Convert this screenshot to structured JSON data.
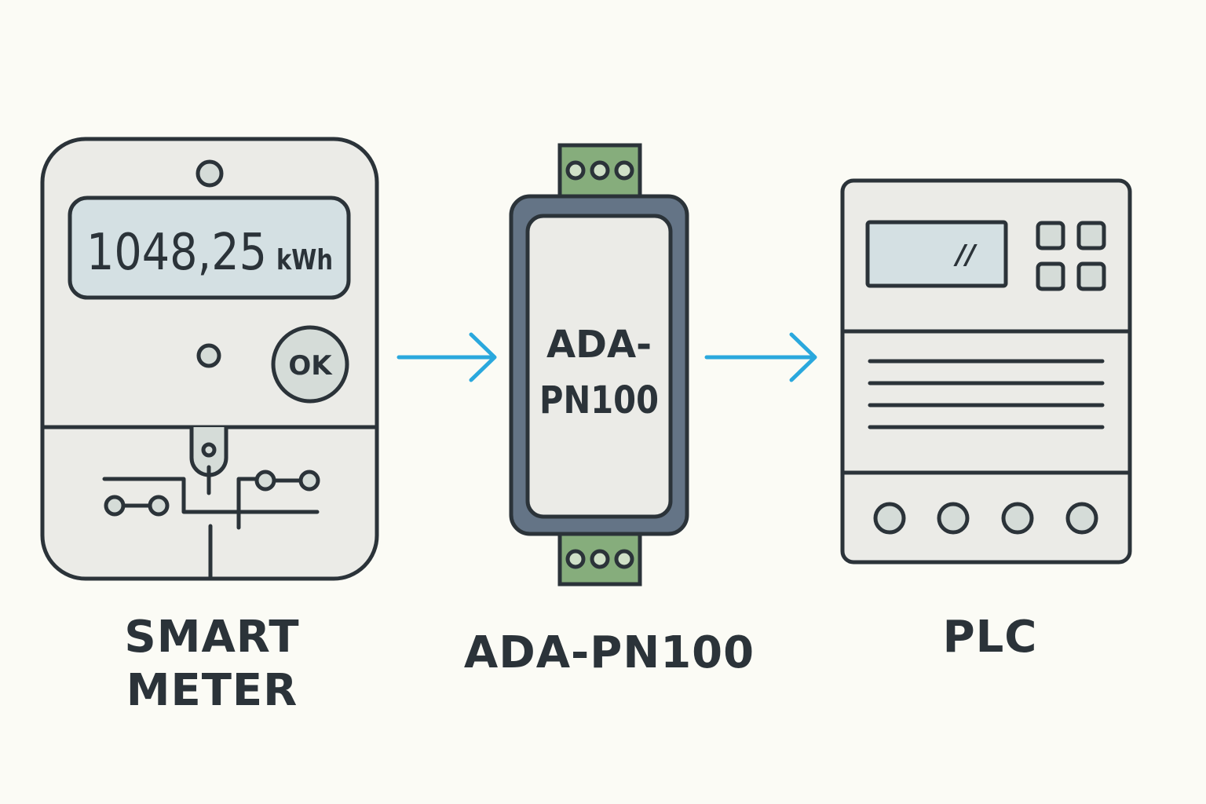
{
  "smart_meter": {
    "reading_value": "1048,25",
    "reading_unit": "kWh",
    "ok_button_label": "OK",
    "label_line1": "SMART",
    "label_line2": "METER"
  },
  "adapter": {
    "body_line1": "ADA-",
    "body_line2": "PN100",
    "label": "ADA-PN100"
  },
  "plc": {
    "label": "PLC",
    "display_glyph": "//"
  },
  "colors": {
    "background": "#fbfbf5",
    "outline": "#2b3339",
    "device_fill": "#ebebe7",
    "screen_fill": "#d4e0e3",
    "arrow": "#2aa8dd",
    "terminal_green": "#86ad7c",
    "adapter_frame": "#647486",
    "knob_fill": "#d5dcd8"
  }
}
